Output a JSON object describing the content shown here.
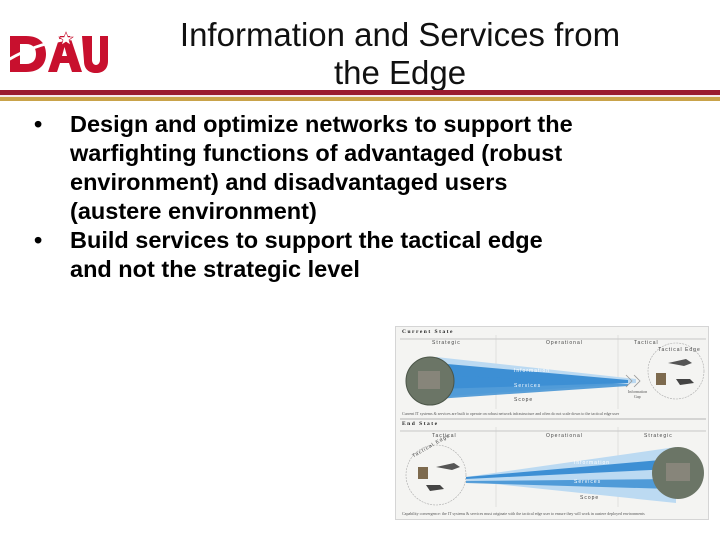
{
  "logo": {
    "text": "DAU",
    "color": "#c8102e"
  },
  "title": {
    "line1": "Information and Services from",
    "line2": "the Edge"
  },
  "colors": {
    "rule_dark": "#9a1b2f",
    "rule_light": "#c9a34a",
    "band_blue": "#3d8fd4",
    "band_light": "#bcdaf2"
  },
  "bullets": [
    {
      "marker": "•",
      "lines": [
        "Design and optimize networks to support the",
        "warfighting functions of advantaged (robust",
        "environment) and disadvantaged users",
        "(austere environment)"
      ]
    },
    {
      "marker": "•",
      "lines": [
        "Build services to support the tactical edge",
        "and not the strategic level"
      ]
    }
  ],
  "diagram": {
    "top_state": "Current State",
    "top_columns": [
      "Strategic",
      "Operational",
      "Tactical"
    ],
    "top_bands": [
      "Information",
      "Services"
    ],
    "top_scope": "Scope",
    "top_edge": "Tactical Edge",
    "top_annotation_1": "Information",
    "top_annotation_2": "Gap",
    "top_caption": "Current IT systems & services are built to operate on robust network infrastructure and often do not scale down to the tactical edge user",
    "bottom_state": "End State",
    "bottom_columns": [
      "Tactical",
      "Operational",
      "Strategic"
    ],
    "bottom_edge": "Tactical Edge",
    "bottom_bands": [
      "Information",
      "Services"
    ],
    "bottom_scope": "Scope",
    "bottom_caption": "Capability convergence: the IT systems & services must originate with the tactical edge user to ensure they will work in austere deployed environments"
  }
}
